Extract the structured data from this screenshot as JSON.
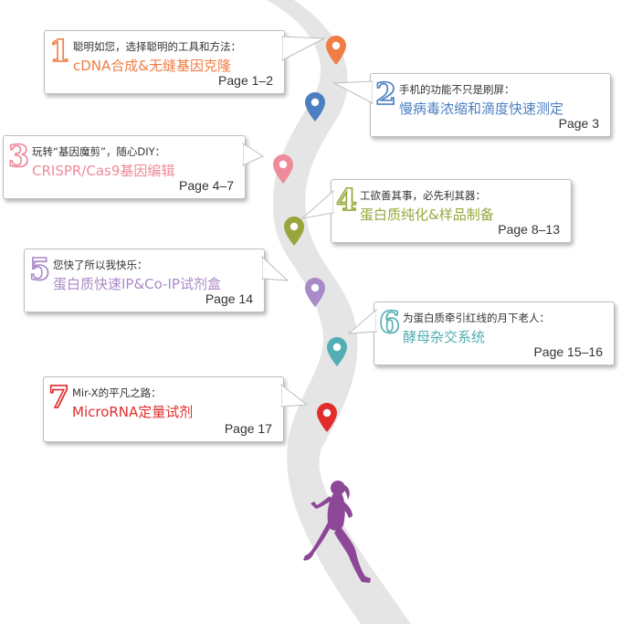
{
  "colors": {
    "road": "#e5e5e5",
    "runner": "#8c4896",
    "bubble_border": "#bdbdbd"
  },
  "sections": [
    {
      "number": "1",
      "intro": "聪明如您，选择聪明的工具和方法：",
      "title": "cDNA合成&无缝基因克隆",
      "pages": "Page 1–2",
      "color": "#ef7d44"
    },
    {
      "number": "2",
      "intro": "手机的功能不只是刷屏：",
      "title": "慢病毒浓缩和滴度快速测定",
      "pages": "Page 3",
      "color": "#4b7fc1"
    },
    {
      "number": "3",
      "intro": "玩转“基因魔剪”，随心DIY：",
      "title": "CRISPR/Cas9基因编辑",
      "pages": "Page 4–7",
      "color": "#ee8a9a"
    },
    {
      "number": "4",
      "intro": "工欲善其事，必先利其器：",
      "title": "蛋白质纯化&样品制备",
      "pages": "Page 8–13",
      "color": "#98a53a"
    },
    {
      "number": "5",
      "intro": "您快了所以我快乐：",
      "title": "蛋白质快速IP&Co-IP试剂盒",
      "pages": "Page 14",
      "color": "#a98ac8"
    },
    {
      "number": "6",
      "intro": "为蛋白质牵引红线的月下老人：",
      "title": "酵母杂交系统",
      "pages": "Page 15–16",
      "color": "#53aeb3"
    },
    {
      "number": "7",
      "intro": "Mir-X的平凡之路：",
      "title": "MicroRNA定量试剂",
      "pages": "Page 17",
      "color": "#e22c2c"
    }
  ]
}
